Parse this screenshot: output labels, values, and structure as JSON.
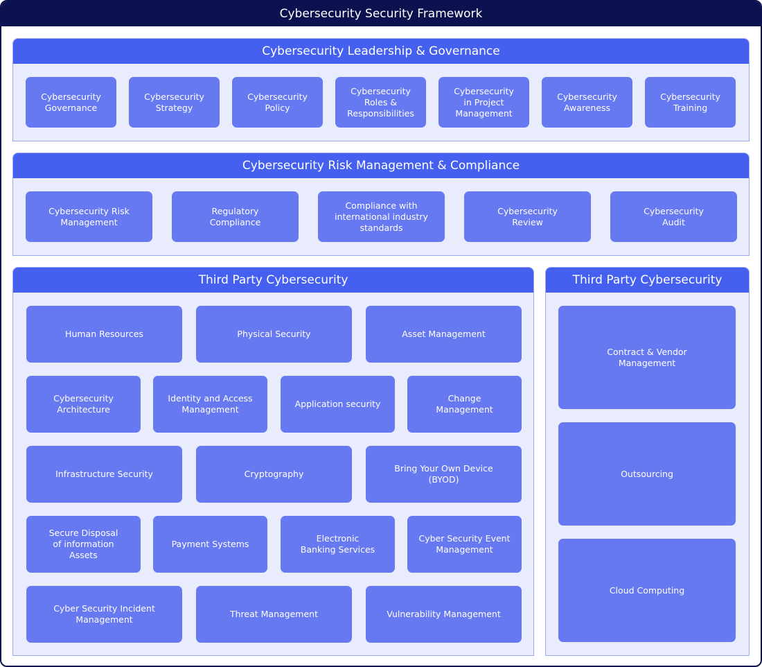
{
  "title": "Cybersecurity Security Framework",
  "sections": [
    {
      "title": "Cybersecurity Leadership & Governance",
      "items": [
        "Cybersecurity\nGovernance",
        "Cybersecurity\nStrategy",
        "Cybersecurity\nPolicy",
        "Cybersecurity\nRoles &\nResponsibilities",
        "Cybersecurity\nin Project\nManagement",
        "Cybersecurity\nAwareness",
        "Cybersecurity\nTraining"
      ]
    },
    {
      "title": "Cybersecurity Risk Management & Compliance",
      "items": [
        "Cybersecurity Risk\nManagement",
        "Regulatory\nCompliance",
        "Compliance with\ninternational industry\nstandards",
        "Cybersecurity\nReview",
        "Cybersecurity\nAudit"
      ]
    },
    {
      "title": "Third Party Cybersecurity",
      "rows": [
        [
          "Human Resources",
          "Physical Security",
          "Asset Management"
        ],
        [
          "Cybersecurity\nArchitecture",
          "Identity and Access\nManagement",
          "Application security",
          "Change\nManagement"
        ],
        [
          "Infrastructure Security",
          "Cryptography",
          "Bring Your Own Device\n(BYOD)"
        ],
        [
          "Secure Disposal\nof information\nAssets",
          "Payment Systems",
          "Electronic\nBanking Services",
          "Cyber Security Event\nManagement"
        ],
        [
          "Cyber Security Incident\nManagement",
          "Threat Management",
          "Vulnerability Management"
        ]
      ]
    },
    {
      "title": "Third Party Cybersecurity",
      "items": [
        "Contract & Vendor\nManagement",
        "Outsourcing",
        "Cloud Computing"
      ]
    }
  ],
  "colors": {
    "frame": "#0b124f",
    "header": "#4560ef",
    "panel_bg": "#e8ecfc",
    "box": "#6779f0"
  }
}
